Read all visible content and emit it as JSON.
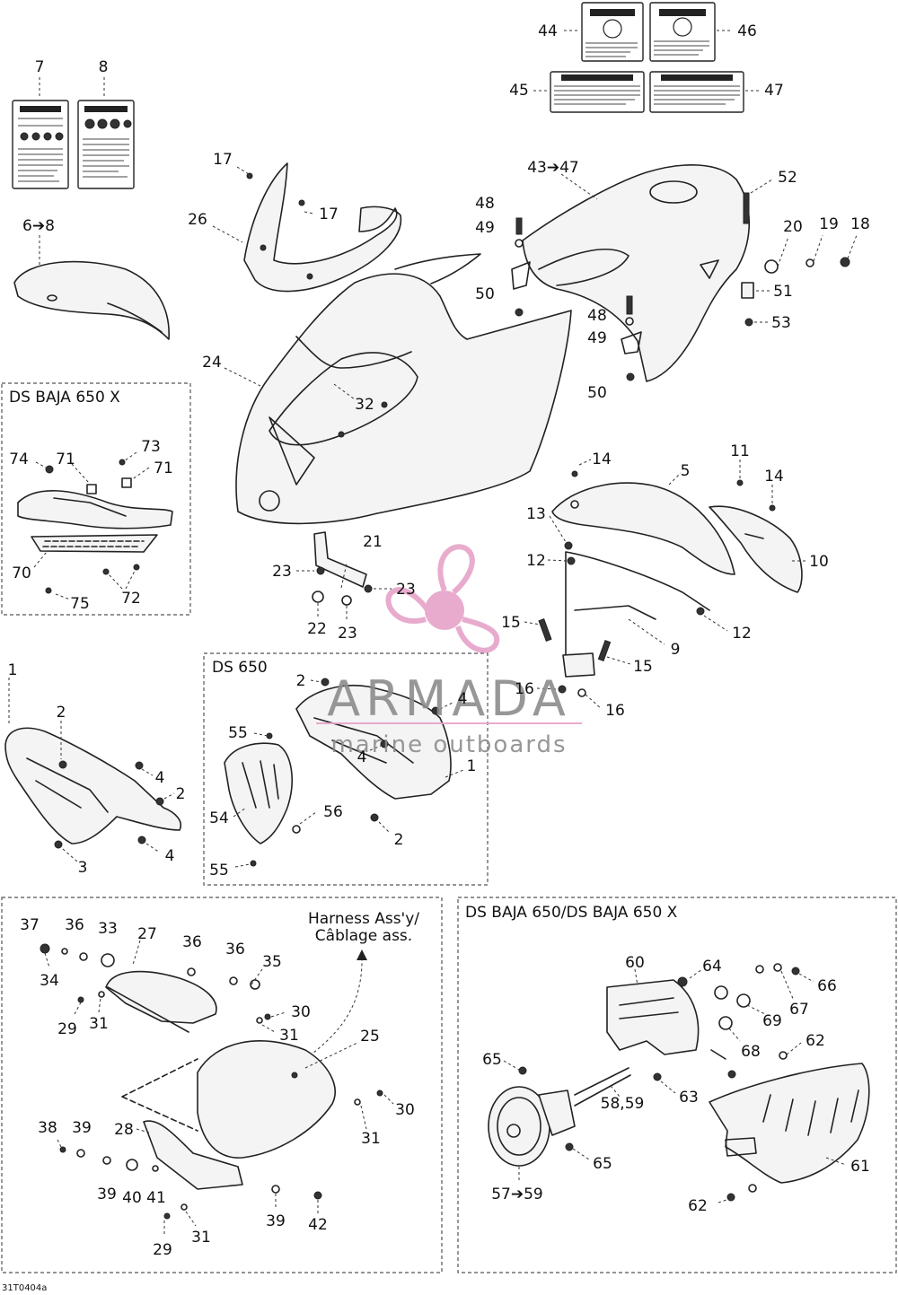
{
  "diagram_code": "31T0404a",
  "watermark": {
    "brand": "ARMADA",
    "tagline": "marine outboards",
    "accent": "#e6a3c8"
  },
  "sections": {
    "baja_x": "DS BAJA 650 X",
    "ds650": "DS 650",
    "baja_both": "DS BAJA 650/DS BAJA 650 X"
  },
  "harness_note": {
    "line1": "Harness Ass'y/",
    "line2": "Câblage ass."
  },
  "callouts": {
    "c44": "44",
    "c46": "46",
    "c45": "45",
    "c47": "47",
    "c7": "7",
    "c8": "8",
    "c6_8": "6➔8",
    "c17a": "17",
    "c17b": "17",
    "c26": "26",
    "c24": "24",
    "c32": "32",
    "c43_47": "43➔47",
    "c48a": "48",
    "c49a": "49",
    "c50a": "50",
    "c48b": "48",
    "c49b": "49",
    "c50b": "50",
    "c52": "52",
    "c20": "20",
    "c19": "19",
    "c18": "18",
    "c51": "51",
    "c53": "53",
    "c74": "74",
    "c71a": "71",
    "c73": "73",
    "c71b": "71",
    "c70": "70",
    "c75": "75",
    "c72": "72",
    "c21": "21",
    "c23a": "23",
    "c23b": "23",
    "c22": "22",
    "c23c": "23",
    "c14a": "14",
    "c5": "5",
    "c11": "11",
    "c14b": "14",
    "c13": "13",
    "c12a": "12",
    "c10": "10",
    "c15a": "15",
    "c12b": "12",
    "c9": "9",
    "c15b": "15",
    "c16a": "16",
    "c16b": "16",
    "c1a": "1",
    "c2a": "2",
    "c4a": "4",
    "c2b": "2",
    "c3": "3",
    "c4b": "4",
    "c2c": "2",
    "c4c": "4",
    "c55a": "55",
    "c4d": "4",
    "c1b": "1",
    "c56": "56",
    "c54": "54",
    "c2d": "2",
    "c55b": "55",
    "c37": "37",
    "c36a": "36",
    "c33": "33",
    "c27": "27",
    "c36b": "36",
    "c36c": "36",
    "c35": "35",
    "c34": "34",
    "c29a": "29",
    "c31a": "31",
    "c30a": "30",
    "c31b": "31",
    "c25": "25",
    "c30b": "30",
    "c31c": "31",
    "c38": "38",
    "c39a": "39",
    "c28": "28",
    "c39b": "39",
    "c40": "40",
    "c41": "41",
    "c39c": "39",
    "c42": "42",
    "c29b": "29",
    "c31d": "31",
    "c60": "60",
    "c64": "64",
    "c66": "66",
    "c67": "67",
    "c69": "69",
    "c68": "68",
    "c62a": "62",
    "c65a": "65",
    "c58_59": "58,59",
    "c63": "63",
    "c65b": "65",
    "c57_59": "57➔59",
    "c61": "61",
    "c62b": "62"
  }
}
